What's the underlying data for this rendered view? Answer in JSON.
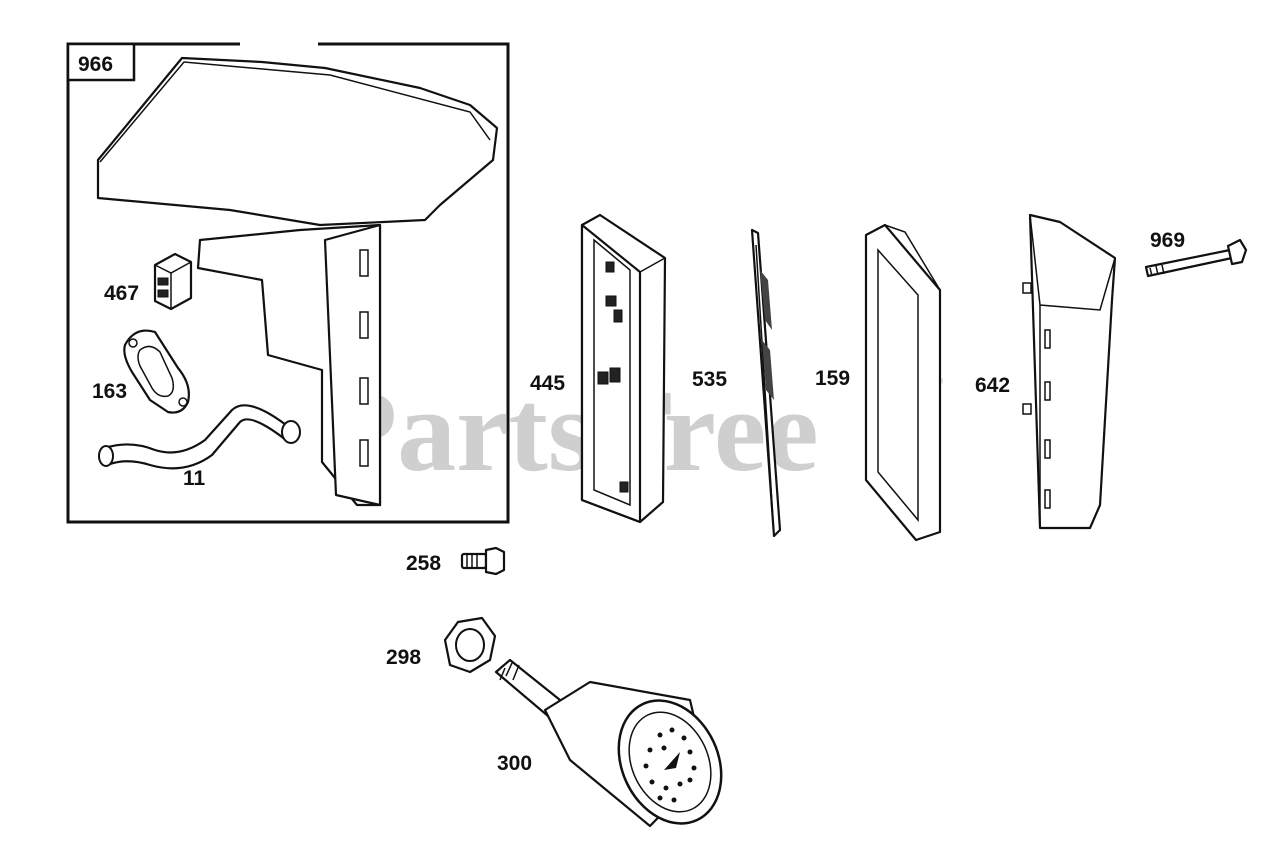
{
  "watermark": {
    "text": "PartsTree",
    "tm": "™"
  },
  "callouts": {
    "c966": "966",
    "c467": "467",
    "c163": "163",
    "c11": "11",
    "c445": "445",
    "c535": "535",
    "c159": "159",
    "c642": "642",
    "c969": "969",
    "c258": "258",
    "c298": "298",
    "c300": "300"
  }
}
